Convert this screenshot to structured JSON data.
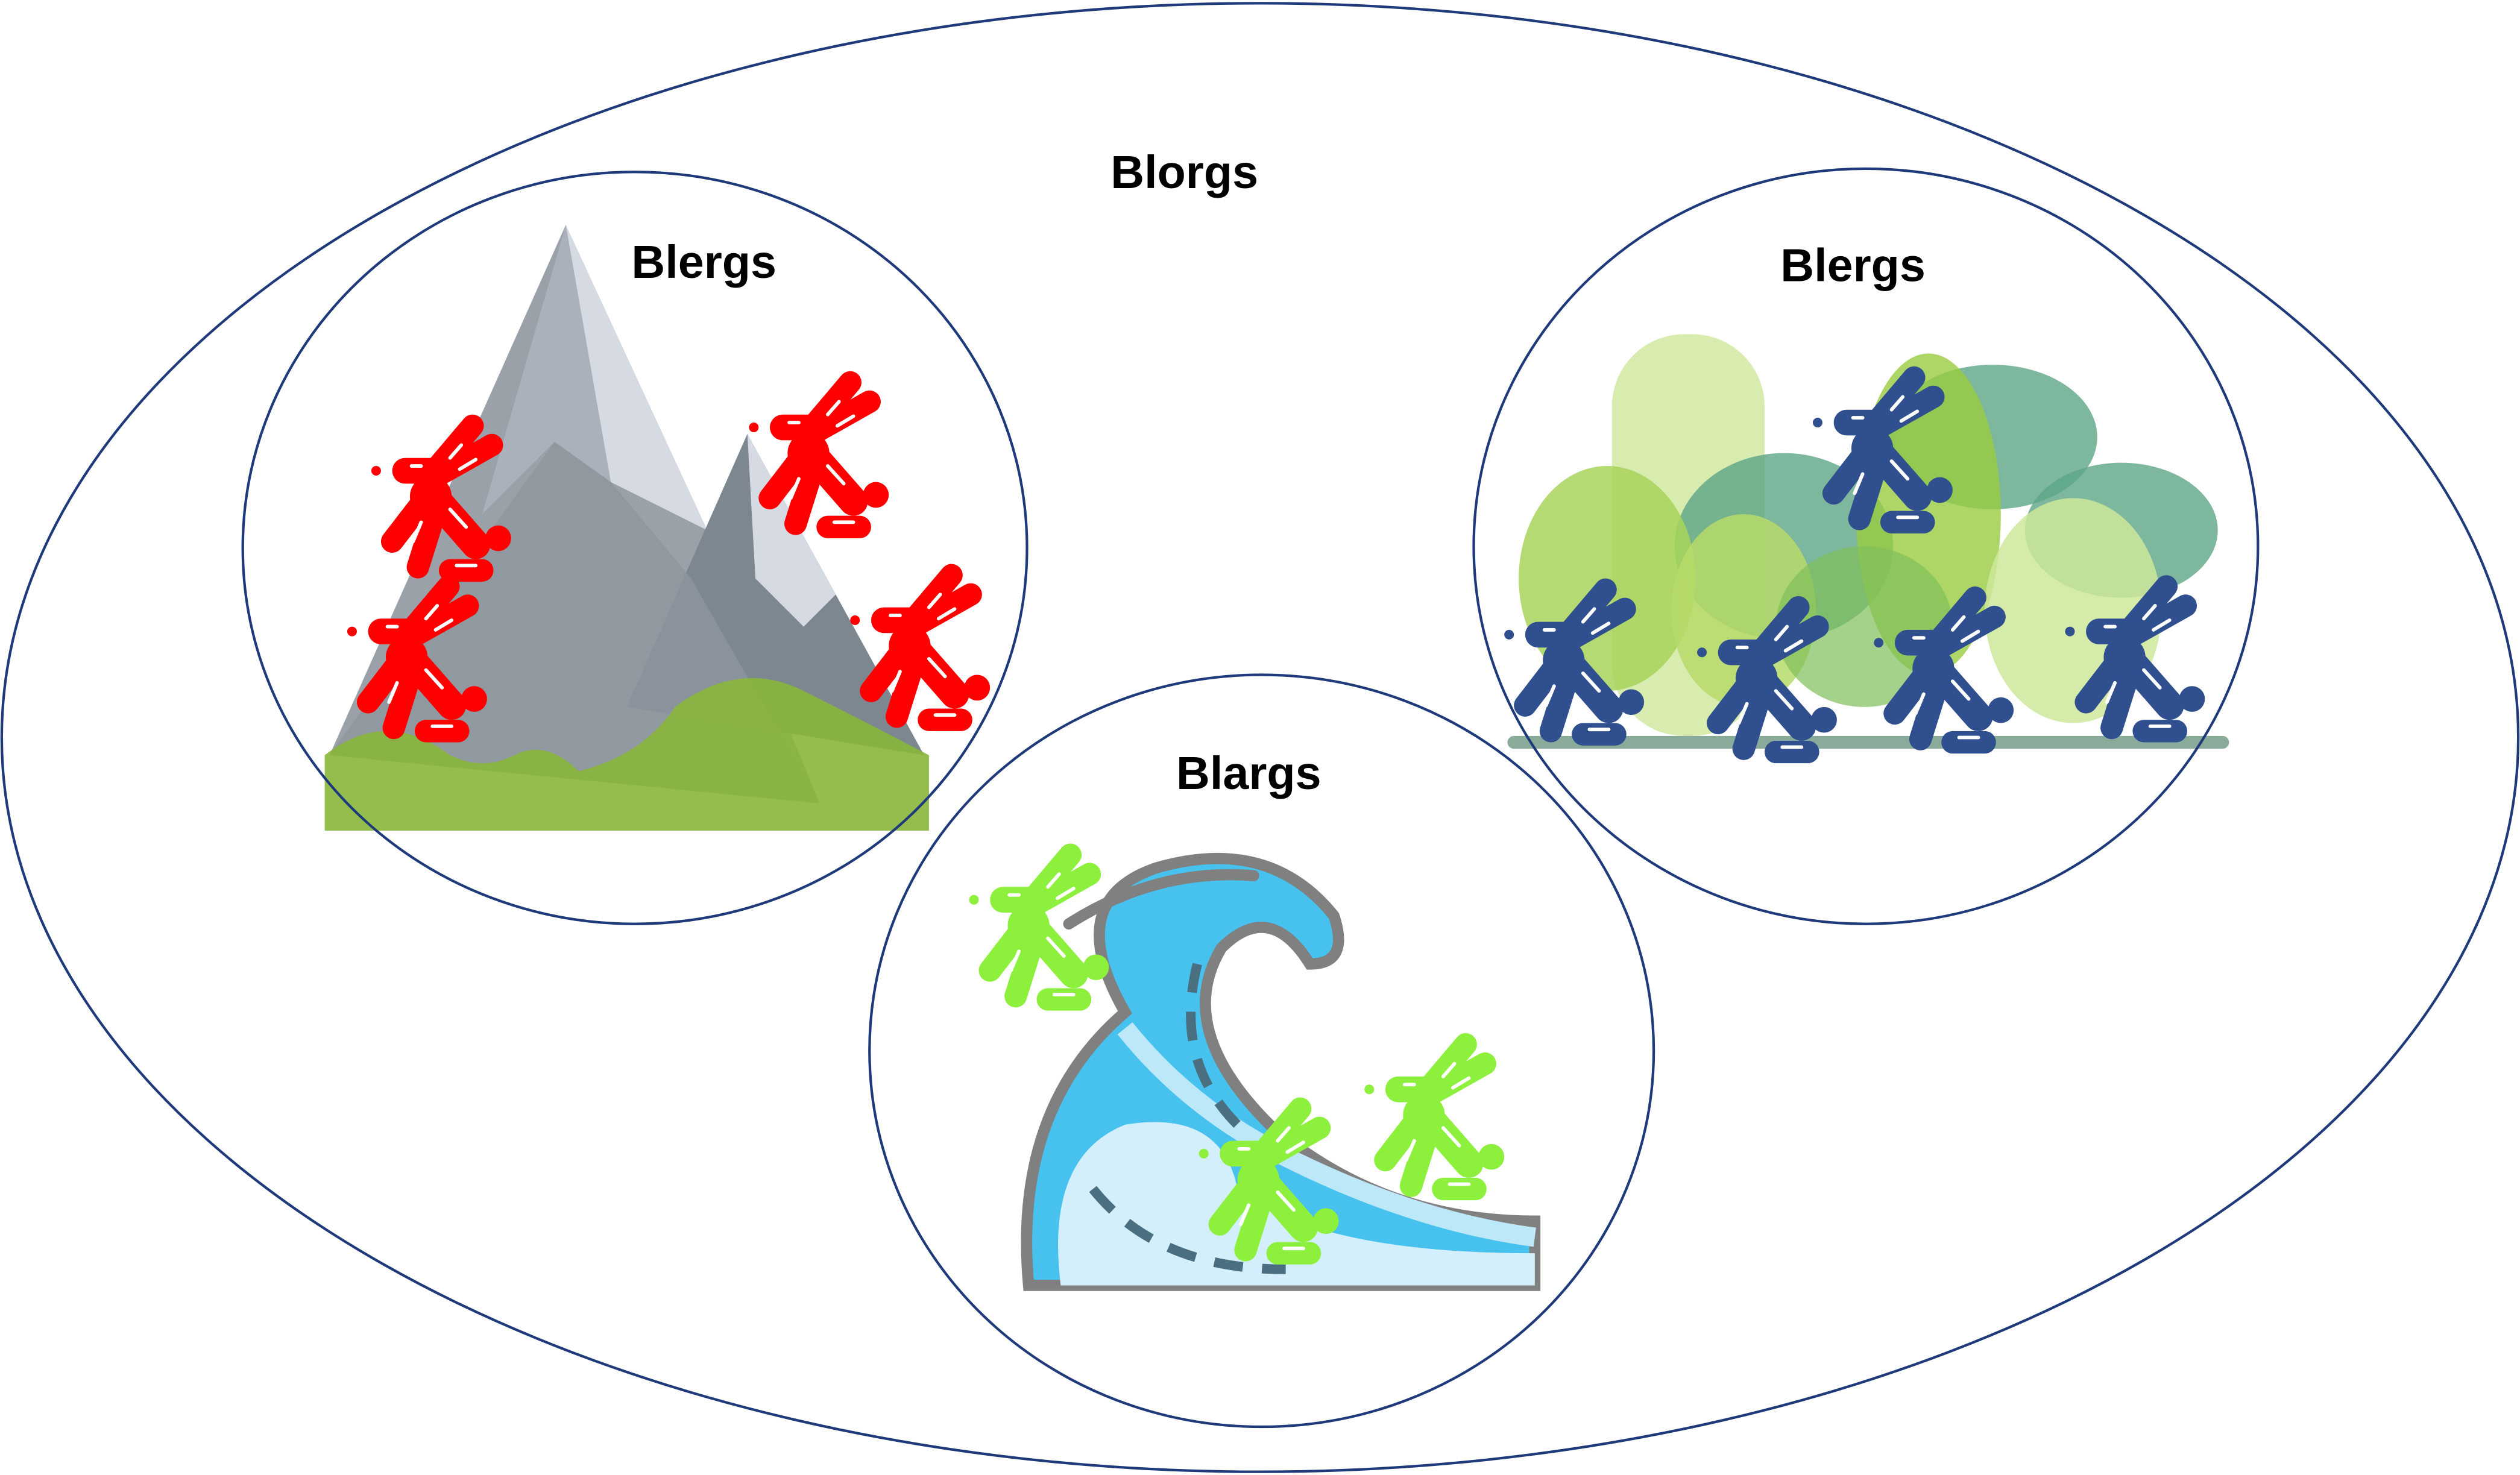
{
  "diagram": {
    "outer_set": {
      "label": "Blorgs"
    },
    "sets": [
      {
        "id": "mountain",
        "label": "Blergs",
        "scene": "mountain",
        "rabbit_color": "#ff0000",
        "rabbit_count": 4
      },
      {
        "id": "forest",
        "label": "Blergs",
        "scene": "forest",
        "rabbit_color": "#2f4f8f",
        "rabbit_count": 5
      },
      {
        "id": "wave",
        "label": "Blargs",
        "scene": "wave",
        "rabbit_color": "#8cf03c",
        "rabbit_count": 3
      }
    ],
    "outline_color": "#1f3a7a"
  }
}
